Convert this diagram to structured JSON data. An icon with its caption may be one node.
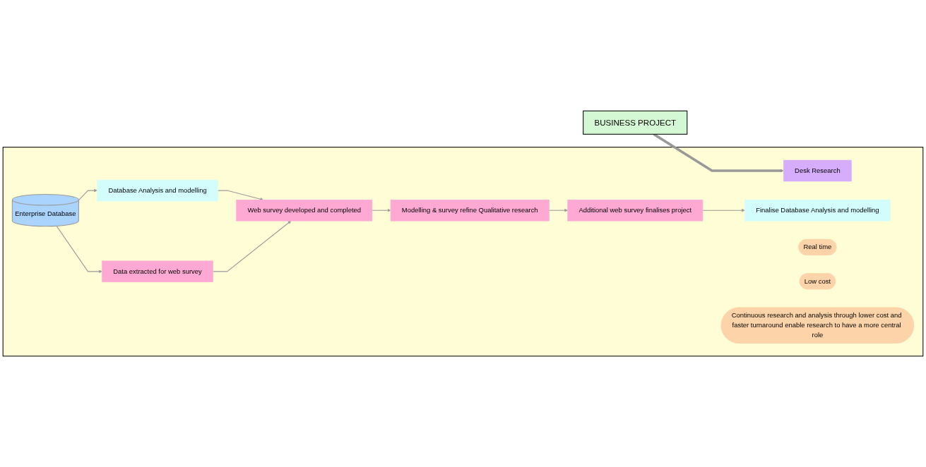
{
  "diagram": {
    "nodes": [
      {
        "text": [
          "BUSINESS PROJECT"
        ]
      },
      {
        "text": [],
        "shape": "box"
      },
      {
        "text": [
          "Desk Research"
        ],
        "in": 1
      },
      {
        "text": [
          "Database Analysis and modelling"
        ],
        "in": 1
      },
      {
        "text": [
          "Finalise Database Analysis and modelling"
        ],
        "in": 1
      },
      {
        "text": [
          "Enterprise Database"
        ],
        "in": 1
      },
      {
        "text": [
          "Data extracted for web survey"
        ],
        "in": 1
      },
      {
        "text": [
          "Web survey developed and completed"
        ],
        "in": 1
      },
      {
        "text": [
          "Modelling & survey refine Qualitative research"
        ],
        "in": 1
      },
      {
        "text": [
          "Additional web survey finalises project"
        ],
        "in": 1
      },
      {
        "text": [
          "Real time"
        ],
        "in": 1
      },
      {
        "text": [
          "Low cost"
        ],
        "in": 1
      },
      {
        "text": [
          "Continuous research and analysis through lower cost and faster turnaround enable research to have a more central role"
        ],
        "in": 1
      }
    ],
    "edges": [
      {
        "from": 0,
        "to": 2,
        "arrow": "to",
        "style": "thick"
      },
      {
        "from": 5,
        "to": 3,
        "arrow": "to"
      },
      {
        "from": 5,
        "to": 6,
        "arrow": "to"
      },
      {
        "from": 3,
        "to": 7,
        "arrow": "to"
      },
      {
        "from": 6,
        "to": 7,
        "arrow": "to"
      },
      {
        "from": 7,
        "to": 8,
        "arrow": "to"
      },
      {
        "from": 8,
        "to": 9,
        "arrow": "to"
      },
      {
        "from": 9,
        "to": 4,
        "arrow": "to"
      }
    ]
  }
}
